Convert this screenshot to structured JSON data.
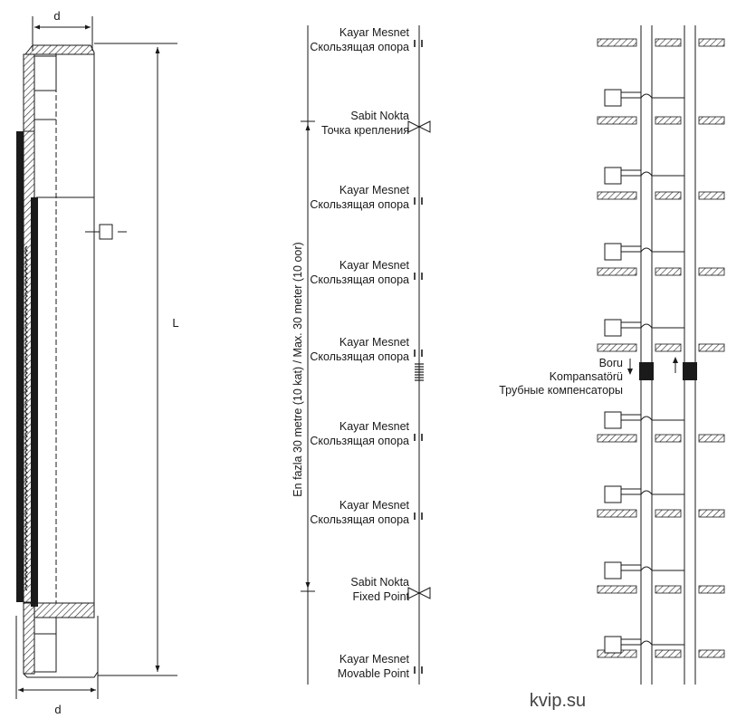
{
  "left_drawing": {
    "top_dim_label": "d",
    "bottom_dim_label": "d",
    "length_label": "L"
  },
  "middle_diagram": {
    "vertical_label": "En fazla 30 metre (10 kat) / Max. 30 meter (10 oor)",
    "points": [
      {
        "line1": "Kayar Mesnet",
        "line2": "Скользящая опора",
        "symbol": "slide"
      },
      {
        "line1": "Sabit Nokta",
        "line2": "Точка крепления",
        "symbol": "fixed"
      },
      {
        "line1": "Kayar Mesnet",
        "line2": "Скользящая опора",
        "symbol": "slide"
      },
      {
        "line1": "Kayar Mesnet",
        "line2": "Скользящая опора",
        "symbol": "slide"
      },
      {
        "line1": "Kayar Mesnet",
        "line2": "Скользящая опора",
        "symbol": "slide-comp"
      },
      {
        "line1": "Kayar Mesnet",
        "line2": "Скользящая опора",
        "symbol": "slide"
      },
      {
        "line1": "Kayar Mesnet",
        "line2": "Скользящая опора",
        "symbol": "slide"
      },
      {
        "line1": "Sabit Nokta",
        "line2": "Fixed Point",
        "symbol": "fixed"
      },
      {
        "line1": "Kayar Mesnet",
        "line2": "Movable Point",
        "symbol": "slide"
      }
    ]
  },
  "right_diagram": {
    "compensator_label_1": "Boru",
    "compensator_label_2": "Kompansatörü",
    "compensator_label_3": "Трубные компенсаторы"
  },
  "watermark": "kvip.su"
}
